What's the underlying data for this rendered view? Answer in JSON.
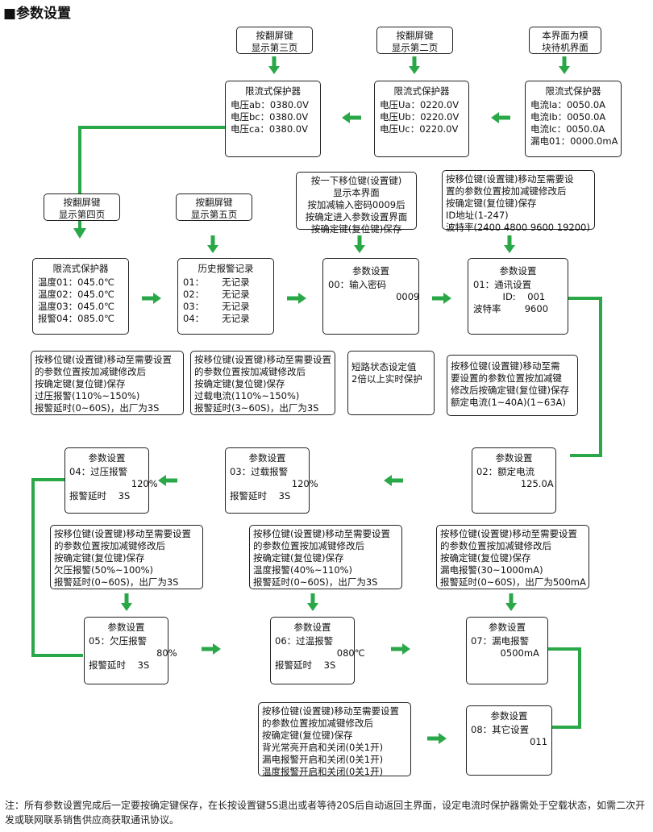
{
  "title": "■参数设置",
  "footer": "注：所有参数设置完成后一定要按确定键保存，在长按设置键5S退出或者等待20S后自动返回主界面，设定电流时保护器需处于空载状态，如需二次开发或联网联系销售供应商获取通讯协议。",
  "notes": {
    "n_page3": [
      "按翻屏键",
      "显示第三页"
    ],
    "n_page2": [
      "按翻屏键",
      "显示第二页"
    ],
    "n_standby": [
      "本界面为模",
      "块待机界面"
    ],
    "n_page4": [
      "按翻屏键",
      "显示第四页"
    ],
    "n_page5": [
      "按翻屏键",
      "显示第五页"
    ],
    "n_enter": [
      "按一下移位键(设置键)",
      "显示本界面",
      "按加减输入密码0009后",
      "按确定进入参数设置界面",
      "按确定键(复位键)保存"
    ],
    "n_comm": [
      "按移位键(设置键)移动至需要设",
      "置的参数位置按加减键修改后",
      "按确定键(复位键)保存",
      "ID地址(1-247)",
      "波特率(2400 4800 9600 19200)"
    ],
    "n_over_v": [
      "按移位键(设置键)移动至需要设置",
      "的参数位置按加减键修改后",
      "按确定键(复位键)保存",
      "过压报警(110%~150%)",
      "报警延时(0~60S)，出厂为3S"
    ],
    "n_over_i": [
      "按移位键(设置键)移动至需要设置",
      "的参数位置按加减键修改后",
      "按确定键(复位键)保存",
      "过载电流(110%~150%)",
      "报警延时(3~60S)，出厂为3S"
    ],
    "n_short": [
      "短路状态设定值",
      "2倍以上实时保护"
    ],
    "n_rated": [
      "按移位键(设置键)移动至需",
      "要设置的参数位置按加减键",
      "修改后按确定键(复位键)保存",
      "额定电流(1~40A)(1~63A)"
    ],
    "n_under_v": [
      "按移位键(设置键)移动至需要设置",
      "的参数位置按加减键修改后",
      "按确定键(复位键)保存",
      "欠压报警(50%~100%)",
      "报警延时(0~60S)，出厂为3S"
    ],
    "n_temp": [
      "按移位键(设置键)移动至需要设置",
      "的参数位置按加减键修改后",
      "按确定键(复位键)保存",
      "温度报警(40%~110%)",
      "报警延时(0~60S)，出厂为3S"
    ],
    "n_leak": [
      "按移位键(设置键)移动至需要设置",
      "的参数位置按加减键修改后",
      "按确定键(复位键)保存",
      "漏电报警(30~1000mA)",
      "报警延时(0~60S)，出厂为500mA"
    ],
    "n_other": [
      "按移位键(设置键)移动至需要设置",
      "的参数位置按加减键修改后",
      "按确定键(复位键)保存",
      "背光常亮开启和关闭(0关1开)",
      "漏电报警开启和关闭(0关1开)",
      "温度报警开启和关闭(0关1开)"
    ]
  },
  "screens": {
    "s_main": {
      "title": "限流式保护器",
      "lines": [
        "",
        "电流Ia：0050.0A",
        "电流Ib：0050.0A",
        "电流Ic：0050.0A",
        "漏电01：0000.0mA"
      ]
    },
    "s_phase_v": {
      "title": "限流式保护器",
      "lines": [
        "",
        "",
        "电压Ua：0220.0V",
        "电压Ub：0220.0V",
        "电压Uc：0220.0V"
      ]
    },
    "s_line_v": {
      "title": "限流式保护器",
      "lines": [
        "",
        "",
        "电压ab：0380.0V",
        "电压bc：0380.0V",
        "电压ca：0380.0V"
      ]
    },
    "s_temp": {
      "title": "限流式保护器",
      "lines": [
        "温度01：045.0℃",
        "温度02：045.0℃",
        "温度03：045.0℃",
        "报警04：085.0℃"
      ]
    },
    "s_history": {
      "title": "历史报警记录",
      "lines": [
        "01：      无记录",
        "02：      无记录",
        "03：      无记录",
        "04：      无记录"
      ]
    },
    "s_pwd": {
      "title": "参数设置",
      "lines": [
        "",
        "00：输入密码",
        "                       0009"
      ]
    },
    "s_comm": {
      "title": "参数设置",
      "lines": [
        "",
        "01：通讯设置",
        "          ID:    001",
        "波特率        9600"
      ]
    },
    "s_rated": {
      "title": "参数设置",
      "lines": [
        "02：额定电流",
        "",
        "               125.0A"
      ]
    },
    "s_over_i": {
      "title": "参数设置",
      "lines": [
        "03：过载报警",
        "                     120%",
        "报警延时    3S"
      ]
    },
    "s_over_v": {
      "title": "参数设置",
      "lines": [
        "04：过压报警",
        "                     120%",
        "报警延时    3S"
      ]
    },
    "s_under_v": {
      "title": "参数设置",
      "lines": [
        "05：欠压报警",
        "                       80%",
        "报警延时    3S"
      ]
    },
    "s_temp_alarm": {
      "title": "参数设置",
      "lines": [
        "06：过温报警",
        "                     080℃",
        "报警延时    3S"
      ]
    },
    "s_leak": {
      "title": "参数设置",
      "lines": [
        "07：漏电报警",
        "",
        "          0500mA"
      ]
    },
    "s_other": {
      "title": "参数设置",
      "lines": [
        "08：其它设置",
        "",
        "                    011"
      ]
    }
  },
  "colors": {
    "arrow": "#2aa848",
    "border": "#222222"
  }
}
